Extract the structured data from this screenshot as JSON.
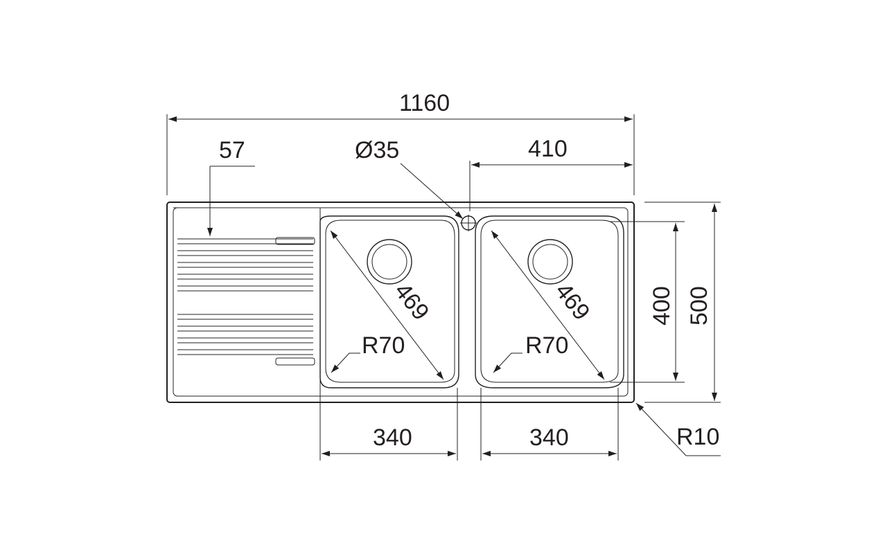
{
  "drawing": {
    "overall_width": "1160",
    "drainer_offset": "57",
    "tap_hole": "Ø35",
    "right_bowl_offset": "410",
    "left_bowl_diagonal": "469",
    "right_bowl_diagonal": "469",
    "left_bowl_radius": "R70",
    "right_bowl_radius": "R70",
    "bowl_depth": "400",
    "overall_depth": "500",
    "left_bowl_width": "340",
    "right_bowl_width": "340",
    "corner_radius": "R10"
  }
}
